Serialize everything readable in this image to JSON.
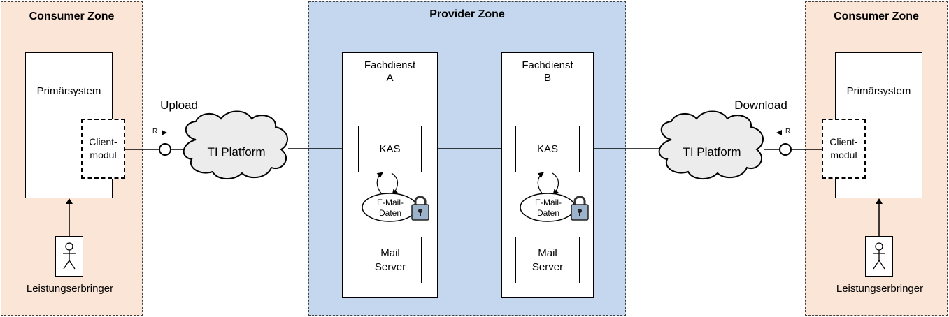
{
  "left_zone": {
    "title": "Consumer Zone",
    "system_label": "Primärsystem",
    "client_module": "Client-\nmodul",
    "actor_label": "Leistungserbringer",
    "action_label": "Upload",
    "ref_marker": "R"
  },
  "provider_zone": {
    "title": "Provider Zone",
    "services": [
      {
        "title": "Fachdienst\nA",
        "kas": "KAS",
        "data_store": "E-Mail-\nDaten",
        "mail_server": "Mail\nServer"
      },
      {
        "title": "Fachdienst\nB",
        "kas": "KAS",
        "data_store": "E-Mail-\nDaten",
        "mail_server": "Mail\nServer"
      }
    ]
  },
  "right_zone": {
    "title": "Consumer Zone",
    "system_label": "Primärsystem",
    "client_module": "Client-\nmodul",
    "actor_label": "Leistungserbringer",
    "action_label": "Download",
    "ref_marker": "R"
  },
  "networks": [
    {
      "label": "TI Platform"
    },
    {
      "label": "TI Platform"
    }
  ],
  "colors": {
    "consumer_fill": "#fbe5d6",
    "provider_fill": "#c5d7ee",
    "border": "#404040",
    "lock_fill": "#9db3cc"
  },
  "icons": [
    "lock-icon",
    "cloud-shape",
    "actor-stick-figure-icon",
    "lollipop-interface-icon",
    "arrow-right-icon",
    "arrow-left-icon"
  ]
}
